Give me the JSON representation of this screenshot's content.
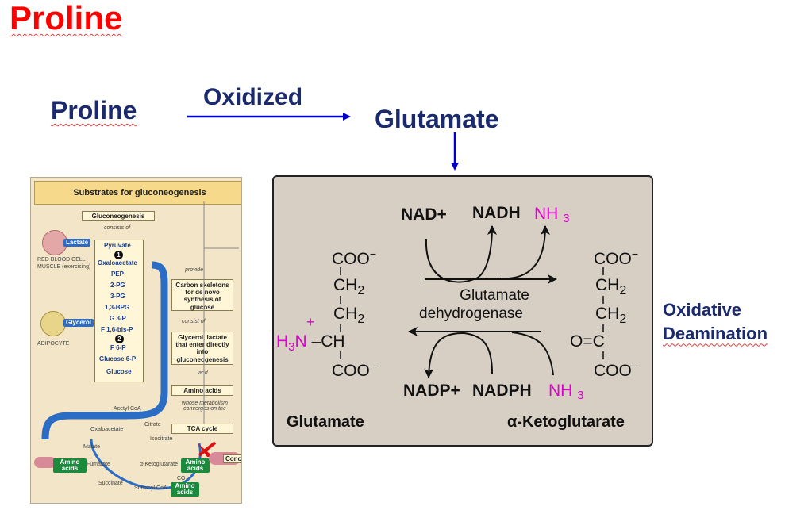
{
  "slide": {
    "title": "Proline",
    "source_label": "Proline",
    "arrow_label": "Oxidized",
    "product_label": "Glutamate",
    "side_note": [
      "Oxidative",
      "Deamination"
    ]
  },
  "reaction_panel": {
    "left_top": "COO",
    "left_ch2_a": "CH",
    "left_ch2_b": "CH",
    "left_plus": "+",
    "left_h": "H",
    "left_3": "3",
    "left_n": "N",
    "left_ch": "–CH",
    "left_bottom": "COO",
    "minus": "−",
    "sub2": "2",
    "nad": "NAD+",
    "nadh": "NADH",
    "nh3_top": "NH",
    "nh3_sub": "3",
    "enzyme_line1": "Glutamate",
    "enzyme_line2": "dehydrogenase",
    "nadp": "NADP+",
    "nadph": "NADPH",
    "nh3_bottom": "NH",
    "right_top": "COO",
    "right_ch2_a": "CH",
    "right_ch2_b": "CH",
    "right_oc": "O=C",
    "right_bottom": "COO",
    "name_left": "Glutamate",
    "name_right": "α-Ketoglutarate"
  },
  "figure": {
    "heading": "Substrates for gluconeogenesis",
    "gluconeogenesis": "Gluconeogenesis",
    "consists_of": "consists of",
    "lactate": "Lactate",
    "rbc": "RED BLOOD CELL",
    "muscle": "MUSCLE (exercising)",
    "glycerol": "Glycerol",
    "adipocyte": "ADIPOCYTE",
    "path": [
      "Pyruvate",
      "Oxaloacetate",
      "PEP",
      "2-PG",
      "3-PG",
      "1,3-BPG",
      "G 3-P",
      "F 1,6-bis-P",
      "F 6-P",
      "Glucose 6-P",
      "Glucose"
    ],
    "provide": "provide",
    "carbon_box": "Carbon skeletons for de novo synthesis of glucose",
    "consist_of": "consist of",
    "glycerol_box": "Glycerol, lactate that enter directly into gluconeogenesis",
    "and": "and",
    "amino_box": "Amino acids",
    "whose": "whose metabolism converges on the",
    "tca_box": "TCA cycle",
    "acetyl_coa": "Acetyl CoA",
    "citrate": "Citrate",
    "oxaloacetate_cyc": "Oxaloacetate",
    "isocitrate": "Isocitrate",
    "malate": "Malate",
    "fumarate": "Fumarate",
    "akg": "α-Ketoglutarate",
    "succinate": "Succinate",
    "succinyl": "Succinyl CoA",
    "co2": "CO₂",
    "amino1": "Amino acids",
    "amino2": "Amino acids",
    "amino3": "Amino acids",
    "conce": "Conce",
    "step1": "1",
    "step2": "2"
  },
  "colors": {
    "title": "#ff0000",
    "heading": "#1a2a6c",
    "arrow": "#0000cc",
    "pink": "#e100d2",
    "panel": "#d8cfc4"
  }
}
